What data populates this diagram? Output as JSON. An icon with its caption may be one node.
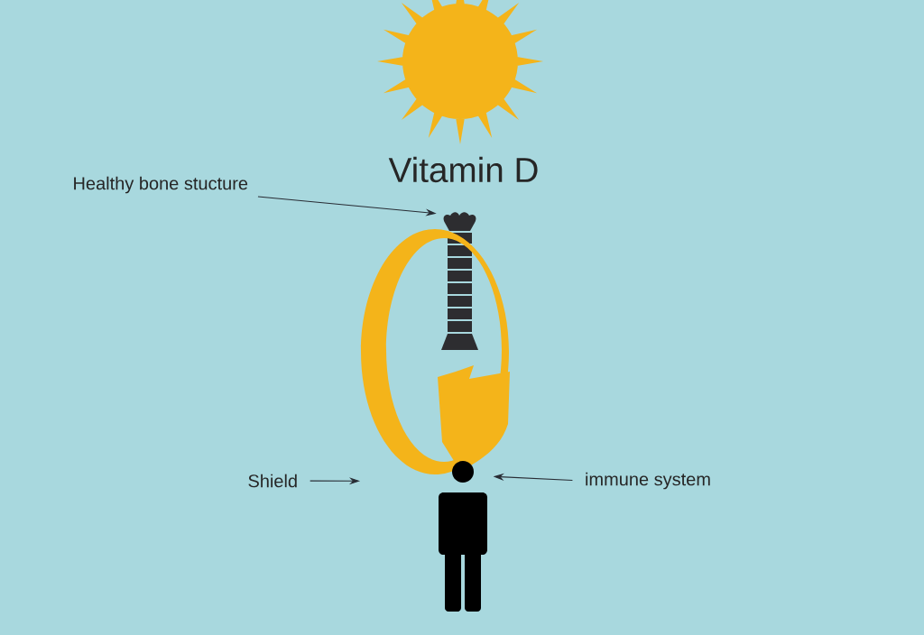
{
  "diagram": {
    "title": "Vitamin D",
    "nodes": [
      {
        "text": [
          "Healthy bone stucture"
        ]
      },
      {
        "text": [],
        "shape": "picture"
      },
      {
        "text": [
          "Shield"
        ]
      },
      {
        "text": [],
        "shape": "picture"
      },
      {
        "text": [
          "immune system"
        ]
      },
      {
        "text": [],
        "shape": "person"
      }
    ],
    "edges": [
      {
        "from": 0,
        "to": 1,
        "arrow": "to"
      },
      {
        "from": 2,
        "to": 3,
        "arrow": "to"
      },
      {
        "from": 4,
        "to": 5,
        "arrow": "to"
      }
    ]
  }
}
